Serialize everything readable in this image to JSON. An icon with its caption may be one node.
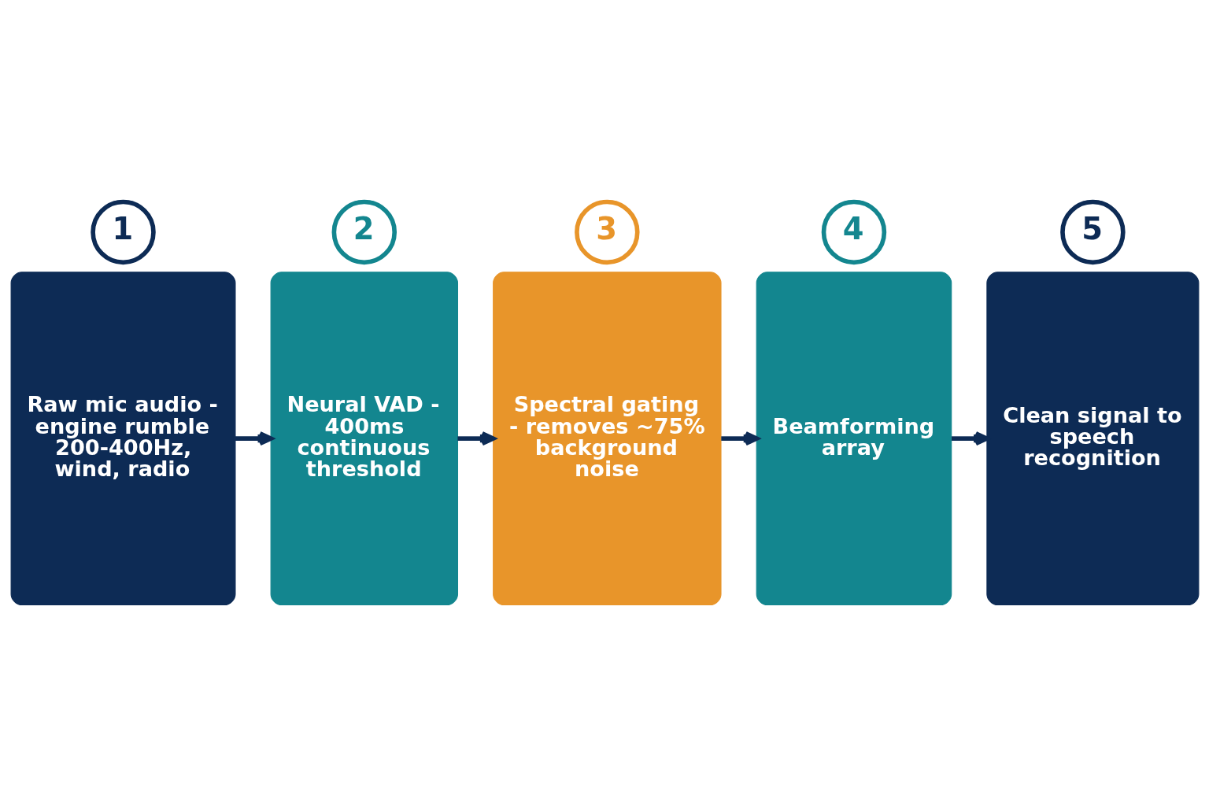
{
  "diagram": {
    "nodes": [
      {
        "text": [
          "1"
        ]
      },
      {
        "text": [
          "Raw mic audio - engine rumble 200-400Hz, wind, radio"
        ]
      },
      {
        "text": [
          "2"
        ]
      },
      {
        "text": [
          "Neural VAD - 400ms continuous threshold"
        ]
      },
      {
        "text": [
          "3"
        ]
      },
      {
        "text": [
          "Spectral gating - removes ~75% background noise"
        ]
      },
      {
        "text": [
          "4"
        ]
      },
      {
        "text": [
          "Beamforming array"
        ]
      },
      {
        "text": [
          "5"
        ]
      },
      {
        "text": [
          "Clean signal to speech recognition"
        ]
      }
    ],
    "edges": [
      {
        "from": 1,
        "to": 3,
        "arrow": "to"
      },
      {
        "from": 3,
        "to": 5,
        "arrow": "to"
      },
      {
        "from": 5,
        "to": 7,
        "arrow": "to"
      },
      {
        "from": 7,
        "to": 9,
        "arrow": "to"
      }
    ]
  }
}
